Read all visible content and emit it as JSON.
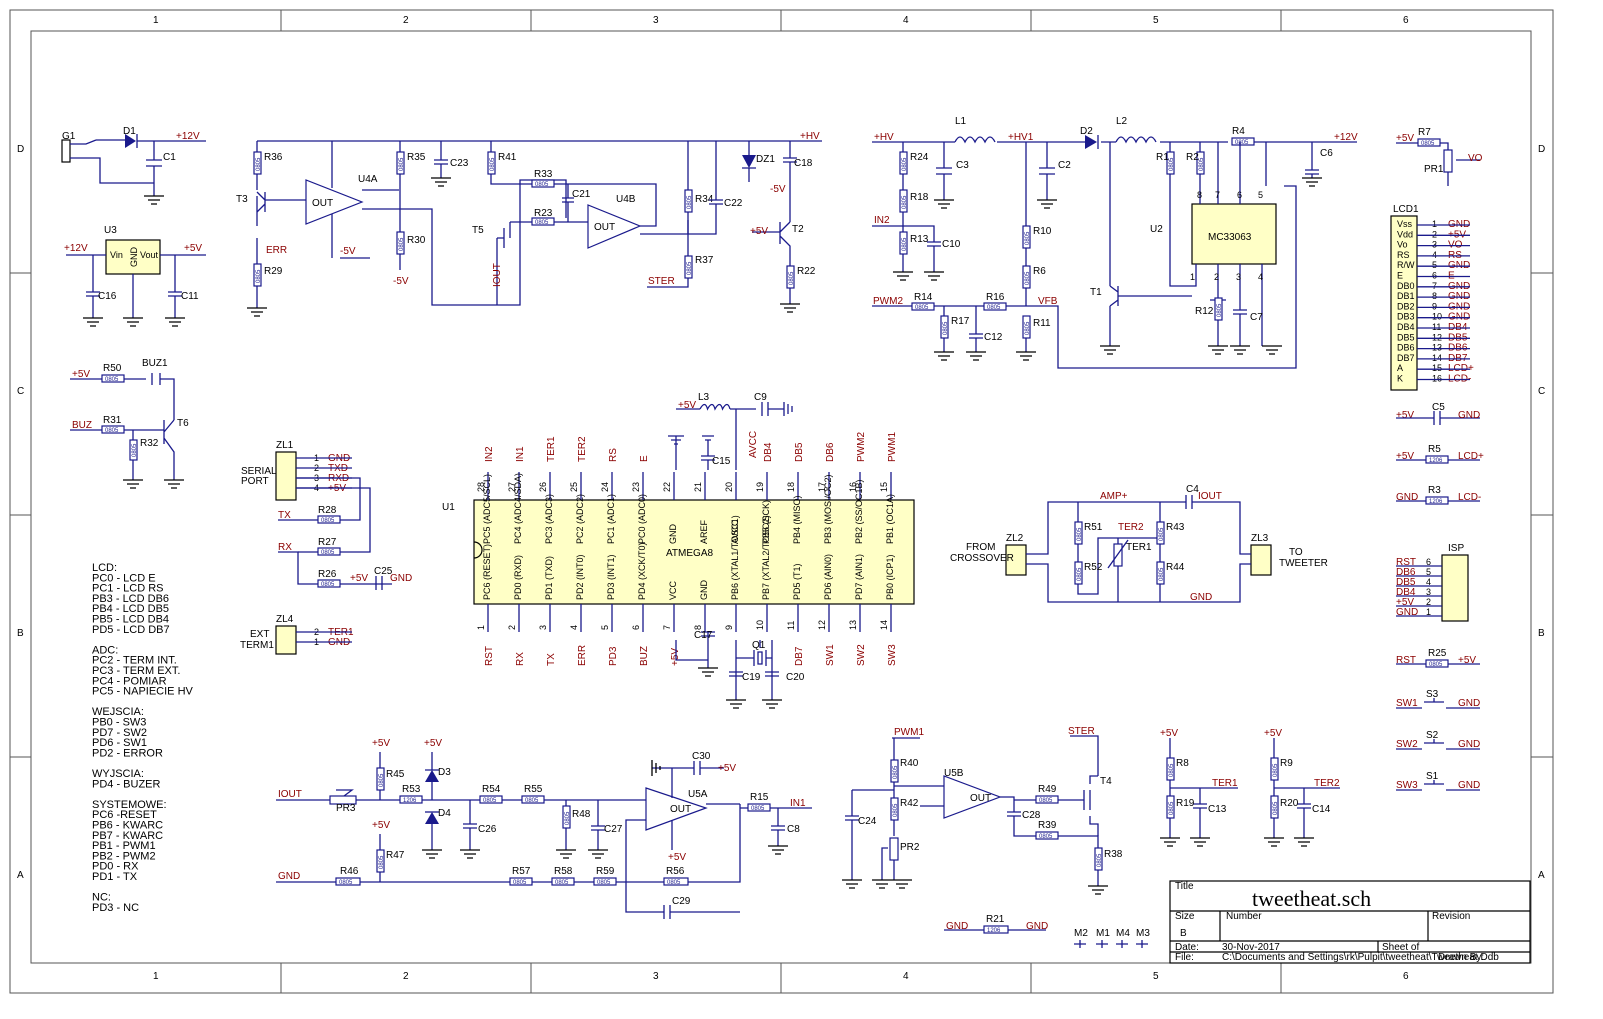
{
  "grid": {
    "cols": [
      "1",
      "2",
      "3",
      "4",
      "5",
      "6"
    ],
    "rows": [
      "D",
      "C",
      "B",
      "A"
    ]
  },
  "title_block": {
    "title_label": "Title",
    "title": "tweetheat.sch",
    "size_label": "Size",
    "size": "B",
    "number_label": "Number",
    "revision_label": "Revision",
    "date_label": "Date:",
    "date": "30-Nov-2017",
    "file_label": "File:",
    "file": "C:\\Documents and Settings\\rk\\Pulpit\\tweetheat\\Tweetheat.Ddb",
    "sheet_label": "Sheet    of",
    "drawn_label": "Drawn By:"
  },
  "notes": [
    "LCD:",
    "PC0 - LCD E",
    "PC1 - LCD RS",
    "PB3 - LCD DB6",
    "PB4 - LCD DB5",
    "PB5 - LCD DB4",
    "PD5 - LCD DB7",
    "",
    "ADC:",
    "PC2 - TERM INT.",
    "PC3 - TERM EXT.",
    "PC4 - POMIAR",
    "PC5 - NAPIECIE HV",
    "",
    "WEJSCIA:",
    "PB0 - SW3",
    "PD7 - SW2",
    "PD6 - SW1",
    "PD2 - ERROR",
    "",
    "WYJSCIA:",
    "PD4 - BUZER",
    "",
    "SYSTEMOWE:",
    "PC6 -RESET",
    "PB6 - KWARC",
    "PB7 - KWARC",
    "PB1 - PWM1",
    "PB2 - PWM2",
    "PD0 - RX",
    "PD1 - TX",
    "",
    "NC:",
    "PD3 - NC"
  ],
  "ic": {
    "u1": {
      "ref": "U1",
      "name": "ATMEGA8",
      "top_nums": [
        "28",
        "27",
        "26",
        "25",
        "24",
        "23",
        "22",
        "21",
        "20",
        "19",
        "18",
        "17",
        "16",
        "15"
      ],
      "top_pins": [
        "PC5\n(ADC5/SCL)",
        "PC4\n(ADC4/SDA)",
        "PC3\n(ADC3)",
        "PC2\n(ADC2)",
        "PC1\n(ADC1)",
        "PC0\n(ADC0)",
        "GND",
        "AREF",
        "AVCC",
        "PB5\n(SCK)",
        "PB4\n(MISO)",
        "PB3\n(MOSI/OC2)",
        "PB2\n(SS/OC1B)",
        "PB1\n(OC1A)"
      ],
      "top_nets": [
        "IN2",
        "IN1",
        "TER1",
        "TER2",
        "RS",
        "E",
        "",
        "",
        "AVCC",
        "DB4",
        "DB5",
        "DB6",
        "PWM2",
        "PWM1"
      ],
      "bot_nums": [
        "1",
        "2",
        "3",
        "4",
        "5",
        "6",
        "7",
        "8",
        "9",
        "10",
        "11",
        "12",
        "13",
        "14"
      ],
      "bot_pins": [
        "PC6\n(RESET)",
        "PD0\n(RXD)",
        "PD1\n(TXD)",
        "PD2\n(INT0)",
        "PD3\n(INT1)",
        "PD4\n(XCK/T0)",
        "VCC",
        "GND",
        "PB6\n(XTAL1/TOSC1)",
        "PB7\n(XTAL2/TOSC2)",
        "PD5\n(T1)",
        "PD6\n(AIN0)",
        "PD7\n(AIN1)",
        "PB0\n(ICP1)"
      ],
      "bot_nets": [
        "RST",
        "RX",
        "TX",
        "ERR",
        "PD3",
        "BUZ",
        "+5V",
        "",
        "",
        "",
        "DB7",
        "SW1",
        "SW2",
        "SW3"
      ]
    },
    "u2": {
      "ref": "U2",
      "name": "MC33063"
    },
    "u3": {
      "ref": "U3",
      "vin": "Vin",
      "gnd": "GND",
      "vout": "Vout"
    },
    "u4a": "U4A",
    "u4b": "U4B",
    "u5a": "U5A",
    "u5b": "U5B"
  },
  "lcd": {
    "ref": "LCD1",
    "pins": [
      "Vss",
      "Vdd",
      "Vo",
      "RS",
      "R/W",
      "E",
      "DB0",
      "DB1",
      "DB2",
      "DB3",
      "DB4",
      "DB5",
      "DB6",
      "DB7",
      "A",
      "K"
    ],
    "nums": [
      "1",
      "2",
      "3",
      "4",
      "5",
      "6",
      "7",
      "8",
      "9",
      "10",
      "11",
      "12",
      "13",
      "14",
      "15",
      "16"
    ],
    "nets": [
      "GND",
      "+5V",
      "VO",
      "RS",
      "GND",
      "E",
      "GND",
      "GND",
      "GND",
      "GND",
      "DB4",
      "DB5",
      "DB6",
      "DB7",
      "LCD+",
      "LCD-"
    ]
  },
  "isp": {
    "ref": "ISP",
    "nets": [
      "RST",
      "DB6",
      "DB5",
      "DB4",
      "+5V",
      "GND"
    ],
    "nums": [
      "6",
      "5",
      "4",
      "3",
      "2",
      "1"
    ]
  },
  "serial": {
    "ref": "ZL1",
    "label1": "SERIAL",
    "label2": "PORT",
    "nums": [
      "1",
      "2",
      "3",
      "4"
    ],
    "nets": [
      "GND",
      "TXD",
      "RXD",
      "+5V"
    ]
  },
  "term": {
    "ref": "ZL4",
    "label1": "EXT",
    "label2": "TERM1",
    "nums": [
      "2",
      "1"
    ],
    "nets": [
      "TER1",
      "GND"
    ]
  },
  "cross": {
    "zl2": "ZL2",
    "from1": "FROM",
    "from2": "CROSSOVER",
    "zl3": "ZL3",
    "to1": "TO",
    "to2": "TWEETER"
  },
  "labels": {
    "g1": "G1",
    "d1": "D1",
    "c1": "C1",
    "p12v": "+12V",
    "p5v": "+5V",
    "m5v": "-5V",
    "hv": "+HV",
    "hv1": "+HV1",
    "gnd": "GND",
    "vfb": "VFB",
    "vo": "VO",
    "pr1": "PR1",
    "r7": "R7",
    "c16": "C16",
    "c11": "C11",
    "buz1": "BUZ1",
    "buz": "BUZ",
    "r50": "R50",
    "r31": "R31",
    "r32": "R32",
    "t6": "T6",
    "r36": "R36",
    "t3": "T3",
    "r29": "R29",
    "err": "ERR",
    "r35": "R35",
    "r30": "R30",
    "c23": "C23",
    "r41": "R41",
    "r33": "R33",
    "r23": "R23",
    "c21": "C21",
    "t5": "T5",
    "iout": "IOUT",
    "r34": "R34",
    "r37": "R37",
    "c22": "C22",
    "ster": "STER",
    "dz1": "DZ1",
    "c18": "C18",
    "t2": "T2",
    "r22": "R22",
    "r24": "R24",
    "r18": "R18",
    "r13": "R13",
    "c3": "C3",
    "c10": "C10",
    "in2": "IN2",
    "in1": "IN1",
    "l1": "L1",
    "c2": "C2",
    "r10": "R10",
    "r6": "R6",
    "r11": "R11",
    "pwm2": "PWM2",
    "pwm1": "PWM1",
    "r14": "R14",
    "r16": "R16",
    "r17": "R17",
    "c12": "C12",
    "d2": "D2",
    "l2": "L2",
    "r1": "R1",
    "r2": "R2",
    "r4": "R4",
    "c6": "C6",
    "t1": "T1",
    "r12": "R12",
    "c7": "C7",
    "l3": "L3",
    "c9": "C9",
    "c15": "C15",
    "c17": "C17",
    "q1": "Q1",
    "c19": "C19",
    "c20": "C20",
    "c5": "C5",
    "r5": "R5",
    "r3": "R3",
    "lcdp": "LCD+",
    "lcdm": "LCD-",
    "rst": "RST",
    "r25": "R25",
    "sw1": "SW1",
    "sw2": "SW2",
    "sw3": "SW3",
    "s1": "S1",
    "s2": "S2",
    "s3": "S3",
    "ampp": "AMP+",
    "c4": "C4",
    "ter1": "TER1",
    "ter2": "TER2",
    "r51": "R51",
    "r52": "R52",
    "r43": "R43",
    "r44": "R44",
    "r28": "R28",
    "r27": "R27",
    "r26": "R26",
    "c25": "C25",
    "tx": "TX",
    "rx": "RX",
    "r45": "R45",
    "r53": "R53",
    "pr3": "PR3",
    "d3": "D3",
    "d4": "D4",
    "r54": "R54",
    "r55": "R55",
    "c26": "C26",
    "r48": "R48",
    "c27": "C27",
    "r47": "R47",
    "r46": "R46",
    "r57": "R57",
    "r58": "R58",
    "r59": "R59",
    "r56": "R56",
    "c29": "C29",
    "c30": "C30",
    "r15": "R15",
    "c8": "C8",
    "r40": "R40",
    "r42": "R42",
    "pr2": "PR2",
    "c24": "C24",
    "r49": "R49",
    "r39": "R39",
    "c28": "C28",
    "t4": "T4",
    "r38": "R38",
    "r8": "R8",
    "r19": "R19",
    "c13": "C13",
    "r9": "R9",
    "r20": "R20",
    "c14": "C14",
    "r21": "R21",
    "m1": "M1",
    "m2": "M2",
    "m3": "M3",
    "m4": "M4",
    "out": "OUT",
    "pkg0805": "0805",
    "pkg1206": "1206"
  }
}
